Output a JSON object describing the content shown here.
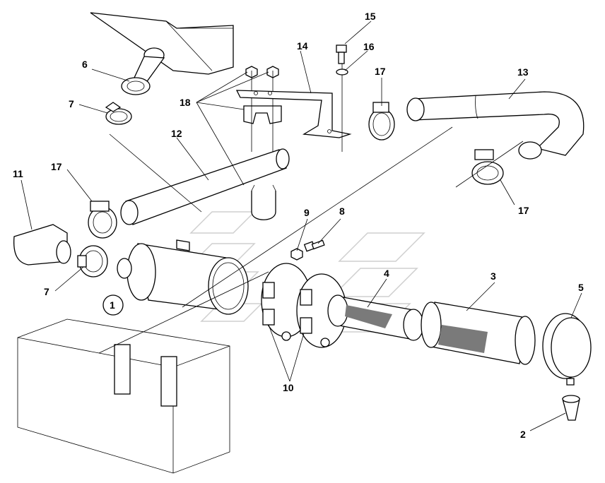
{
  "diagram": {
    "callouts": [
      {
        "id": "c1",
        "text": "1"
      },
      {
        "id": "c2",
        "text": "2"
      },
      {
        "id": "c3",
        "text": "3"
      },
      {
        "id": "c4",
        "text": "4"
      },
      {
        "id": "c5",
        "text": "5"
      },
      {
        "id": "c6",
        "text": "6"
      },
      {
        "id": "c7a",
        "text": "7"
      },
      {
        "id": "c7b",
        "text": "7"
      },
      {
        "id": "c8",
        "text": "8"
      },
      {
        "id": "c9",
        "text": "9"
      },
      {
        "id": "c10",
        "text": "10"
      },
      {
        "id": "c11",
        "text": "11"
      },
      {
        "id": "c12",
        "text": "12"
      },
      {
        "id": "c13",
        "text": "13"
      },
      {
        "id": "c14",
        "text": "14"
      },
      {
        "id": "c15",
        "text": "15"
      },
      {
        "id": "c16",
        "text": "16"
      },
      {
        "id": "c17a",
        "text": "17"
      },
      {
        "id": "c17b",
        "text": "17"
      },
      {
        "id": "c17c",
        "text": "17"
      },
      {
        "id": "c18",
        "text": "18"
      }
    ]
  }
}
